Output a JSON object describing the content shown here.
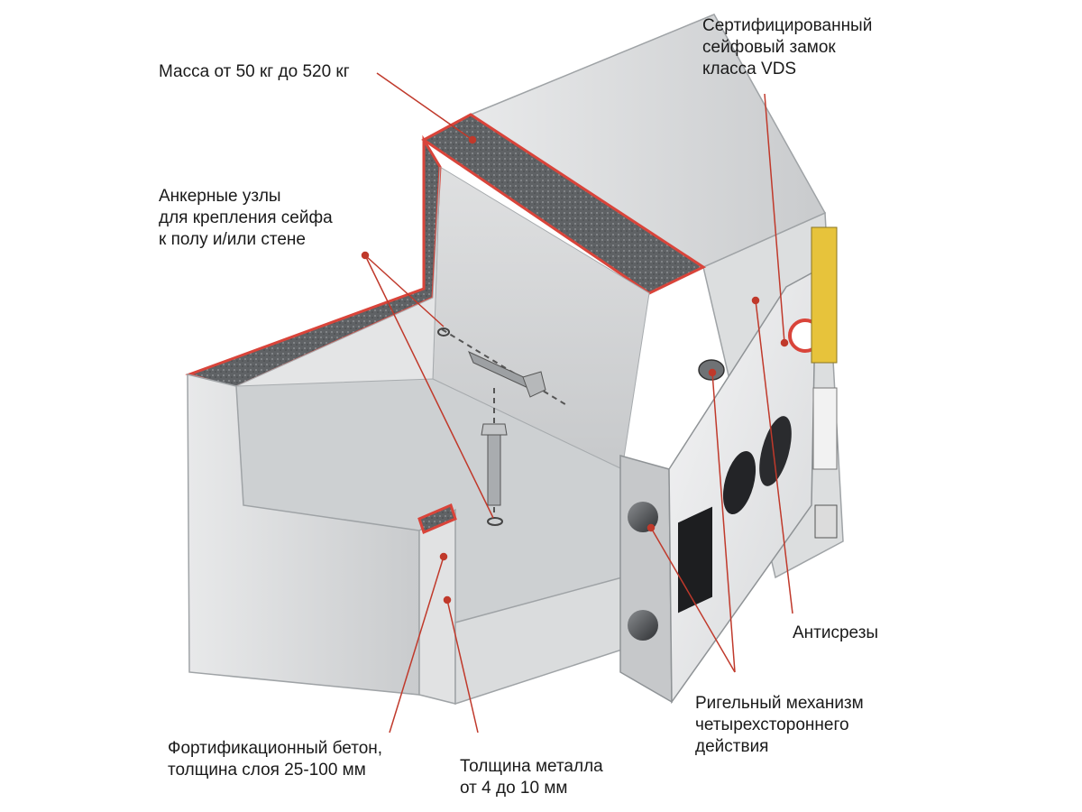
{
  "colors": {
    "leader": "#c0392b",
    "metal_light": "#e9eaeb",
    "metal_mid": "#cfd1d3",
    "metal_dark": "#9fa3a6",
    "concrete": "#5d6063",
    "accent_red": "#d9443a",
    "sticker_yellow": "#e7c33b",
    "text": "#1a1a1a"
  },
  "labels": {
    "mass": [
      "Масса от 50 кг до 520 кг"
    ],
    "anchor": [
      "Анкерные узлы",
      "для крепления сейфа",
      "к полу и/или стене"
    ],
    "lock": [
      "Сертифицированный",
      "сейфовый замок",
      "класса VDS"
    ],
    "antidrill": [
      "Антисрезы"
    ],
    "bolts": [
      "Ригельный механизм",
      "четырехстороннего",
      "действия"
    ],
    "concrete": [
      "Фортификационный бетон,",
      "толщина слоя 25-100 мм"
    ],
    "metal": [
      "Толщина металла",
      "от 4 до 10 мм"
    ]
  },
  "icons": {
    "safe": "safe-cutaway-illustration",
    "lock": "lock-keyhole-icon",
    "bolt": "anchor-bolt-icon",
    "handle": "door-knob-icon"
  }
}
